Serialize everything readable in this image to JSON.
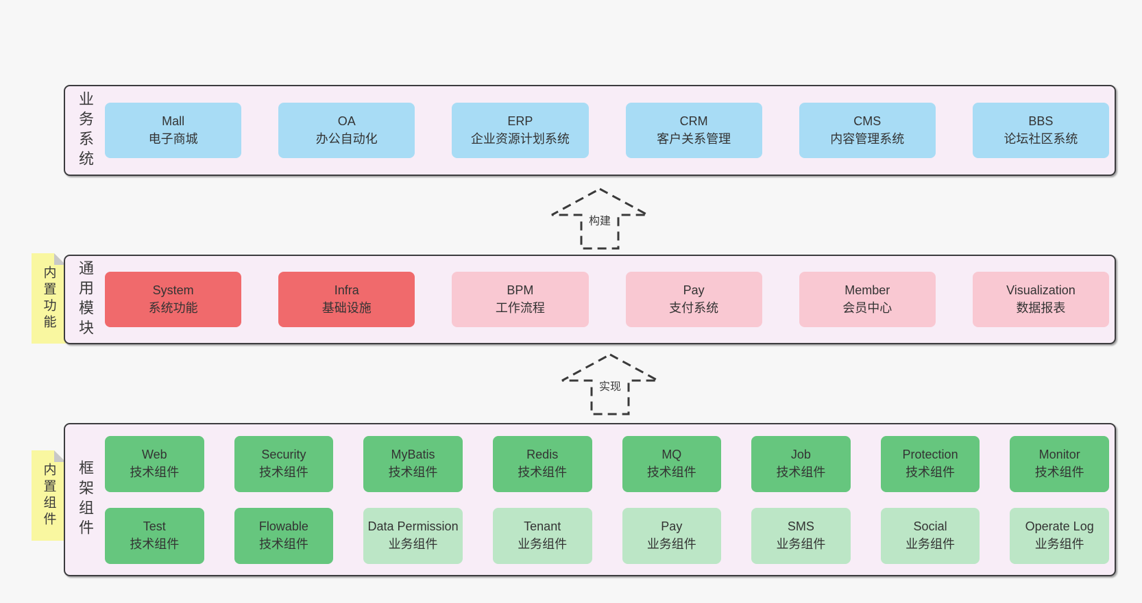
{
  "colors": {
    "page_bg": "#f7f7f7",
    "container_bg": "#f8edf7",
    "container_border": "#3c3c3e",
    "blue": "#a8dcf5",
    "red": "#f06a6c",
    "pink": "#f9c8d2",
    "green": "#66c67e",
    "light_green": "#bce6c6",
    "sticky": "#f9f7a0",
    "fold": "#c8c8c8",
    "text": "#333333"
  },
  "layers": [
    {
      "label": "业务系统",
      "sticky": null,
      "rows": [
        [
          {
            "title": "Mall",
            "subtitle": "电子商城",
            "variant": "blue"
          },
          {
            "title": "OA",
            "subtitle": "办公自动化",
            "variant": "blue"
          },
          {
            "title": "ERP",
            "subtitle": "企业资源计划系统",
            "variant": "blue"
          },
          {
            "title": "CRM",
            "subtitle": "客户关系管理",
            "variant": "blue"
          },
          {
            "title": "CMS",
            "subtitle": "内容管理系统",
            "variant": "blue"
          },
          {
            "title": "BBS",
            "subtitle": "论坛社区系统",
            "variant": "blue"
          }
        ]
      ]
    },
    {
      "label": "通用模块",
      "sticky": "内置功能",
      "rows": [
        [
          {
            "title": "System",
            "subtitle": "系统功能",
            "variant": "red"
          },
          {
            "title": "Infra",
            "subtitle": "基础设施",
            "variant": "red"
          },
          {
            "title": "BPM",
            "subtitle": "工作流程",
            "variant": "pink"
          },
          {
            "title": "Pay",
            "subtitle": "支付系统",
            "variant": "pink"
          },
          {
            "title": "Member",
            "subtitle": "会员中心",
            "variant": "pink"
          },
          {
            "title": "Visualization",
            "subtitle": "数据报表",
            "variant": "pink"
          }
        ]
      ]
    },
    {
      "label": "框架组件",
      "sticky": "内置组件",
      "rows": [
        [
          {
            "title": "Web",
            "subtitle": "技术组件",
            "variant": "green"
          },
          {
            "title": "Security",
            "subtitle": "技术组件",
            "variant": "green"
          },
          {
            "title": "MyBatis",
            "subtitle": "技术组件",
            "variant": "green"
          },
          {
            "title": "Redis",
            "subtitle": "技术组件",
            "variant": "green"
          },
          {
            "title": "MQ",
            "subtitle": "技术组件",
            "variant": "green"
          },
          {
            "title": "Job",
            "subtitle": "技术组件",
            "variant": "green"
          },
          {
            "title": "Protection",
            "subtitle": "技术组件",
            "variant": "green"
          },
          {
            "title": "Monitor",
            "subtitle": "技术组件",
            "variant": "green"
          }
        ],
        [
          {
            "title": "Test",
            "subtitle": "技术组件",
            "variant": "green"
          },
          {
            "title": "Flowable",
            "subtitle": "技术组件",
            "variant": "green"
          },
          {
            "title": "Data Permission",
            "subtitle": "业务组件",
            "variant": "lightgreen"
          },
          {
            "title": "Tenant",
            "subtitle": "业务组件",
            "variant": "lightgreen"
          },
          {
            "title": "Pay",
            "subtitle": "业务组件",
            "variant": "lightgreen"
          },
          {
            "title": "SMS",
            "subtitle": "业务组件",
            "variant": "lightgreen"
          },
          {
            "title": "Social",
            "subtitle": "业务组件",
            "variant": "lightgreen"
          },
          {
            "title": "Operate Log",
            "subtitle": "业务组件",
            "variant": "lightgreen"
          }
        ]
      ]
    }
  ],
  "arrows": [
    {
      "label": "构建"
    },
    {
      "label": "实现"
    }
  ]
}
